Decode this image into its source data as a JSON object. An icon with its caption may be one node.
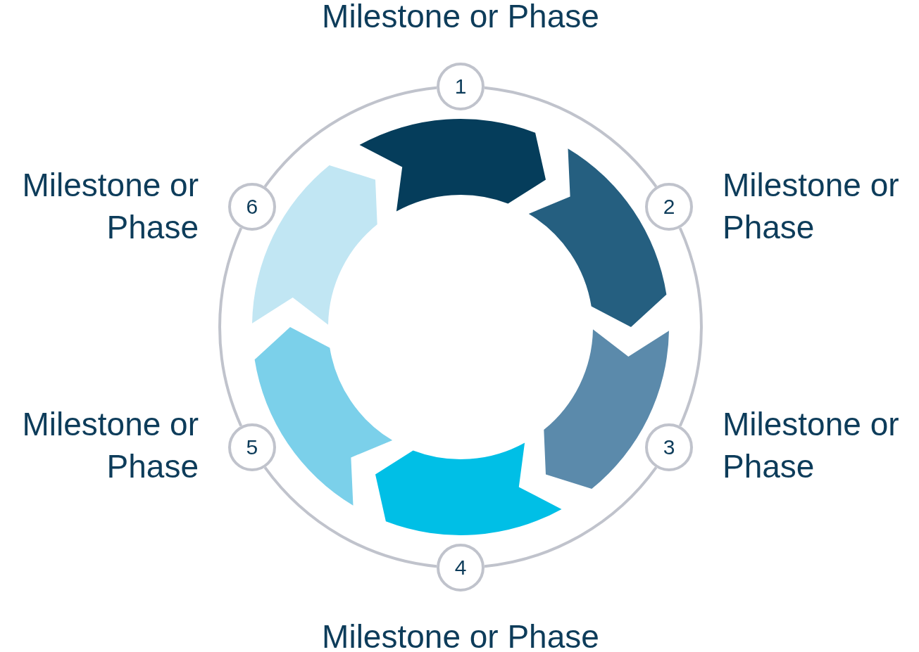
{
  "diagram": {
    "nodes": [
      {
        "text": [
          "1"
        ],
        "beside": [
          "Milestone or Phase"
        ]
      },
      {
        "text": [
          "2"
        ],
        "beside": [
          "Milestone or Phase"
        ]
      },
      {
        "text": [
          "3"
        ],
        "beside": [
          "Milestone or Phase"
        ]
      },
      {
        "text": [
          "4"
        ],
        "beside": [
          "Milestone or Phase"
        ]
      },
      {
        "text": [
          "5"
        ],
        "beside": [
          "Milestone or Phase"
        ]
      },
      {
        "text": [
          "6"
        ],
        "beside": [
          "Milestone or Phase"
        ]
      }
    ],
    "edges": [
      {
        "from": 0,
        "to": 1,
        "arrow": "none"
      },
      {
        "from": 1,
        "to": 2,
        "arrow": "none"
      },
      {
        "from": 2,
        "to": 3,
        "arrow": "none"
      },
      {
        "from": 3,
        "to": 4,
        "arrow": "none"
      },
      {
        "from": 4,
        "to": 5,
        "arrow": "none"
      },
      {
        "from": 5,
        "to": 0,
        "arrow": "none"
      }
    ]
  }
}
